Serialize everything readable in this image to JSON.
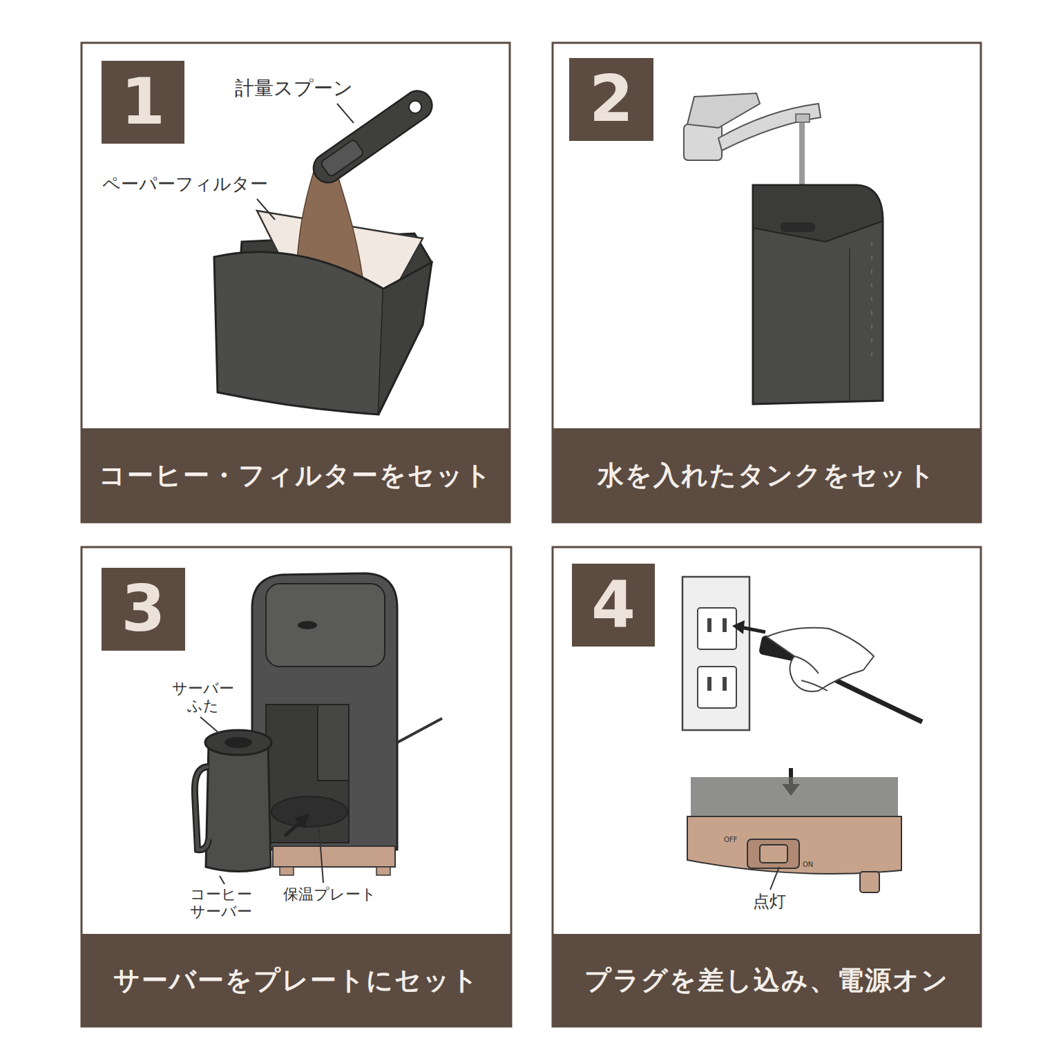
{
  "diagram": {
    "nodes": [
      {
        "text": [
          "1"
        ]
      },
      {
        "text": [
          "コーヒー・フィルターをセット"
        ]
      },
      {
        "text": [
          "2"
        ]
      },
      {
        "text": [
          "水を入れたタンクをセット"
        ]
      },
      {
        "text": [
          "3"
        ]
      },
      {
        "text": [
          "サーバーをプレートにセット"
        ]
      },
      {
        "text": [
          "4"
        ]
      },
      {
        "text": [
          "プラグを差し込み、電源オン"
        ]
      }
    ],
    "labels": [
      "計量スプーン",
      "ペーパーフィルター",
      "サーバー ふた",
      "コーヒー サーバー",
      "保温プレート",
      "OFF",
      "ON",
      "点灯"
    ]
  }
}
